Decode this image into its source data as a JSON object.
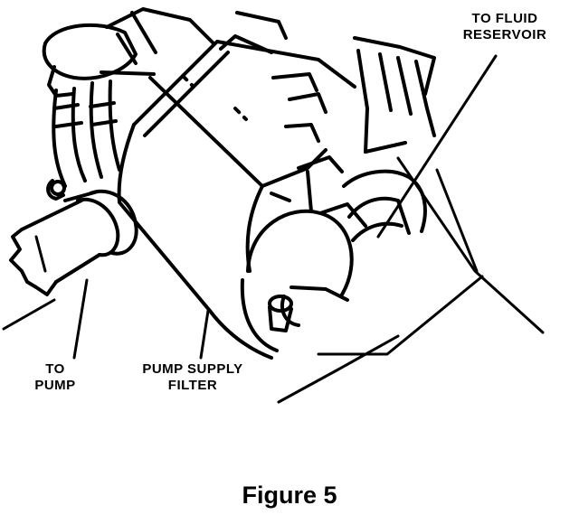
{
  "labels": {
    "to_fluid_reservoir": [
      "TO FLUID",
      "RESERVOIR"
    ],
    "to_pump": [
      "TO",
      "PUMP"
    ],
    "pump_supply_filter": [
      "PUMP SUPPLY",
      "FILTER"
    ]
  },
  "caption": "Figure 5",
  "colors": {
    "ink": "#000000",
    "paper": "#ffffff"
  }
}
